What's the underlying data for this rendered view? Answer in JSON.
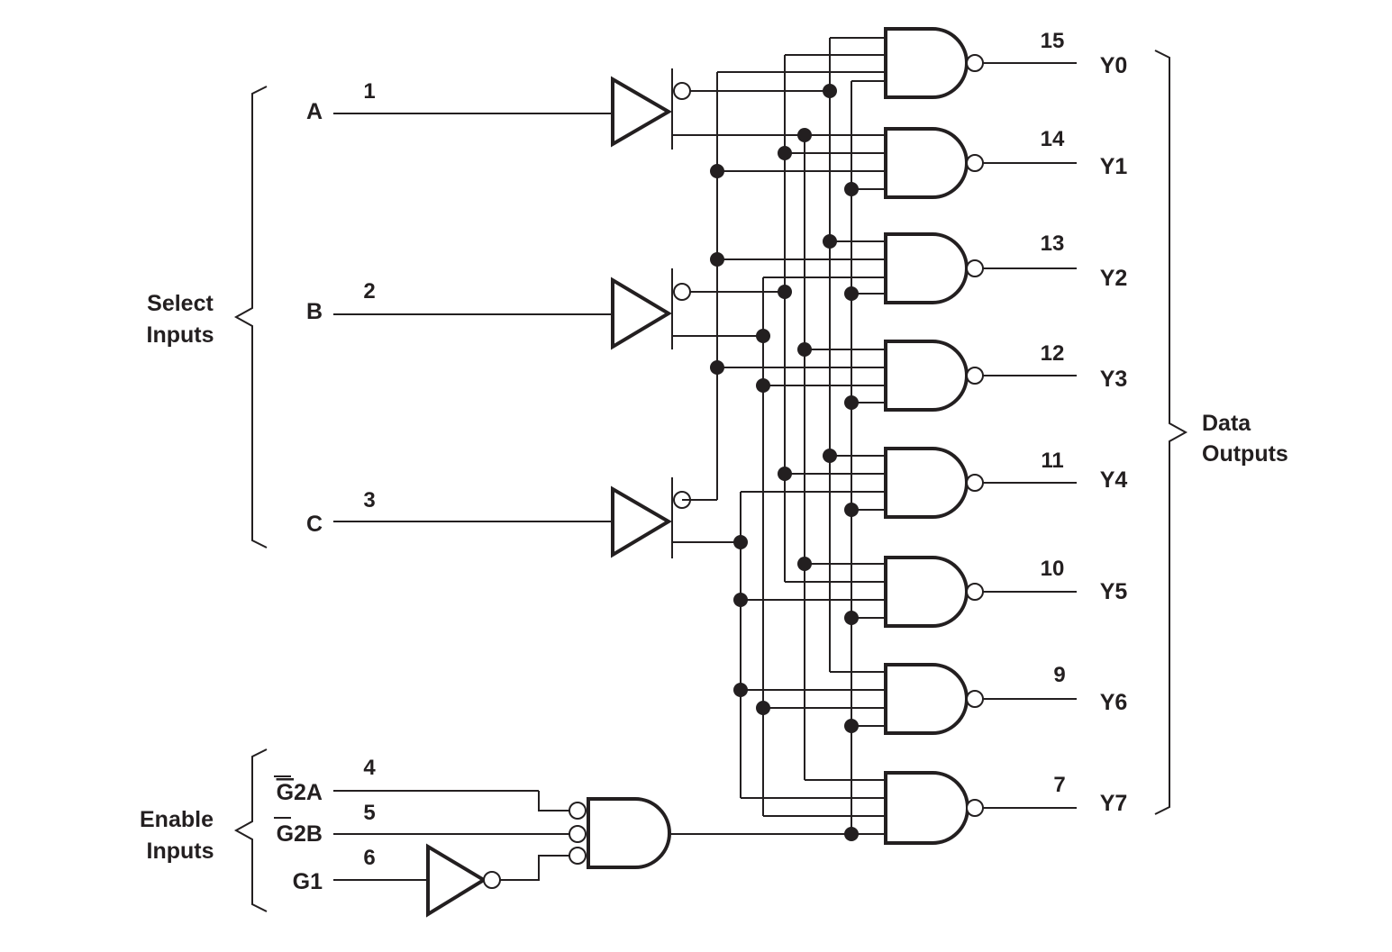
{
  "groups": {
    "select": [
      "Select",
      "Inputs"
    ],
    "enable": [
      "Enable",
      "Inputs"
    ],
    "outputs": [
      "Data",
      "Outputs"
    ]
  },
  "select_inputs": [
    {
      "name": "A",
      "pin": "1"
    },
    {
      "name": "B",
      "pin": "2"
    },
    {
      "name": "C",
      "pin": "3"
    }
  ],
  "enable_inputs": [
    {
      "bar": "G",
      "rest": "2A",
      "pin": "4"
    },
    {
      "bar": "G",
      "rest": "2B",
      "pin": "5"
    },
    {
      "bar": "",
      "rest": "G1",
      "pin": "6"
    }
  ],
  "outputs": [
    {
      "name": "Y0",
      "pin": "15"
    },
    {
      "name": "Y1",
      "pin": "14"
    },
    {
      "name": "Y2",
      "pin": "13"
    },
    {
      "name": "Y3",
      "pin": "12"
    },
    {
      "name": "Y4",
      "pin": "11"
    },
    {
      "name": "Y5",
      "pin": "10"
    },
    {
      "name": "Y6",
      "pin": "9"
    },
    {
      "name": "Y7",
      "pin": "7"
    }
  ]
}
